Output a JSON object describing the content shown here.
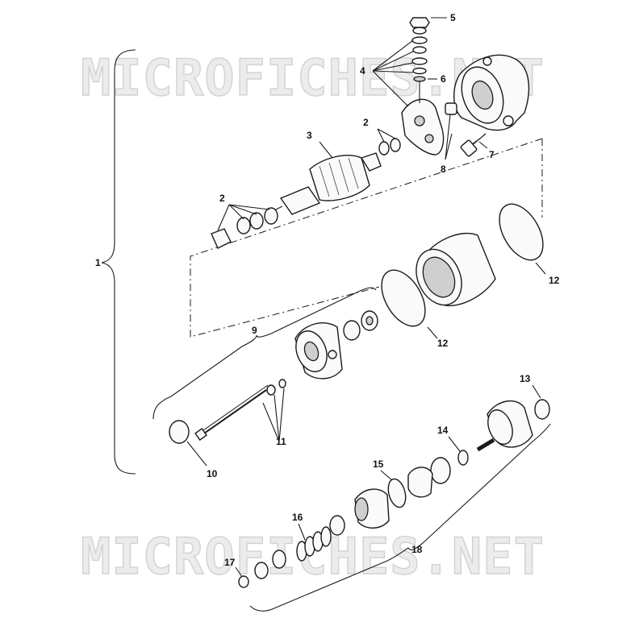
{
  "watermark": {
    "top": "MICROFICHES.NET",
    "bottom": "MICROFICHES.NET"
  },
  "callouts": {
    "c1": "1",
    "c2a": "2",
    "c2b": "2",
    "c3": "3",
    "c4": "4",
    "c5": "5",
    "c6": "6",
    "c7": "7",
    "c8": "8",
    "c9": "9",
    "c10": "10",
    "c11": "11",
    "c12a": "12",
    "c12b": "12",
    "c13": "13",
    "c14": "14",
    "c15": "15",
    "c16": "16",
    "c17": "17",
    "c18": "18"
  }
}
